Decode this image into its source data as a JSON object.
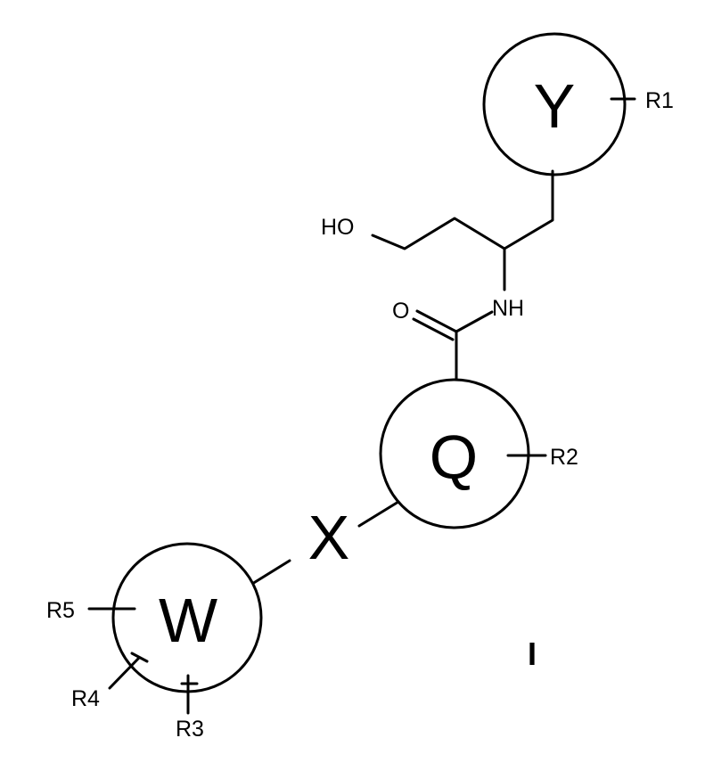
{
  "structure": {
    "rings": {
      "Y": "Y",
      "Q": "Q",
      "W": "W"
    },
    "linker": "X",
    "substituents": {
      "r1": "R1",
      "r2": "R2",
      "r3": "R3",
      "r4": "R4",
      "r5": "R5"
    },
    "atoms": {
      "hydroxyl": "HO",
      "amide_n": "NH",
      "carbonyl_o": "O"
    },
    "compound_label": "I"
  },
  "colors": {
    "line": "#000000",
    "background": "#ffffff"
  }
}
